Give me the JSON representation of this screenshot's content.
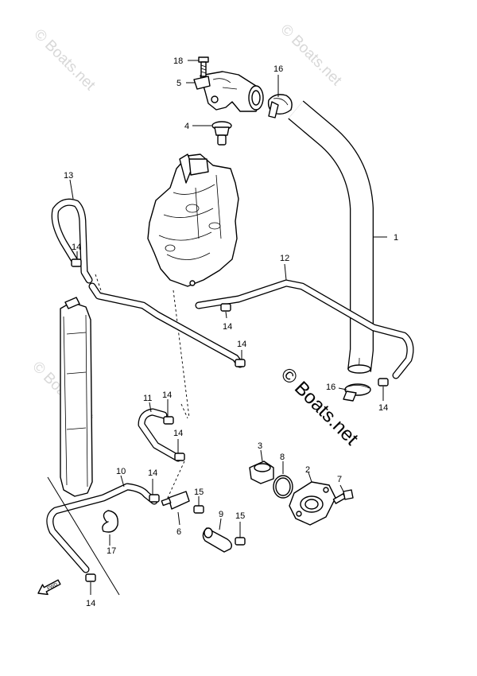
{
  "watermarks": {
    "top_left": "© Boats.net",
    "top_right": "© Boats.net",
    "mid_left": "© Boats.net",
    "center": "© Boats.net"
  },
  "callouts": {
    "c1": "1",
    "c2": "2",
    "c3": "3",
    "c4": "4",
    "c5": "5",
    "c6": "6",
    "c7": "7",
    "c8": "8",
    "c9": "9",
    "c10": "10",
    "c11": "11",
    "c12": "12",
    "c13": "13",
    "c14a": "14",
    "c14b": "14",
    "c14c": "14",
    "c14d": "14",
    "c14e": "14",
    "c14f": "14",
    "c14g": "14",
    "c14h": "14",
    "c15a": "15",
    "c15b": "15",
    "c16a": "16",
    "c16b": "16",
    "c17": "17",
    "c18": "18"
  },
  "fwd_label": "FWD",
  "icons": [
    "fwd-arrow-icon"
  ]
}
